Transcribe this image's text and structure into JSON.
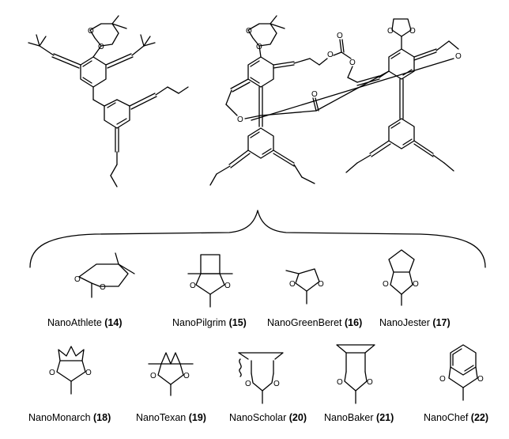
{
  "atoms": {
    "oxygen": "O"
  },
  "nanokids": [
    {
      "name": "NanoAthlete",
      "number": "(14)"
    },
    {
      "name": "NanoPilgrim",
      "number": "(15)"
    },
    {
      "name": "NanoGreenBeret",
      "number": "(16)"
    },
    {
      "name": "NanoJester",
      "number": "(17)"
    },
    {
      "name": "NanoMonarch",
      "number": "(18)"
    },
    {
      "name": "NanoTexan",
      "number": "(19)"
    },
    {
      "name": "NanoScholar",
      "number": "(20)"
    },
    {
      "name": "NanoBaker",
      "number": "(21)"
    },
    {
      "name": "NanoChef",
      "number": "(22)"
    }
  ]
}
